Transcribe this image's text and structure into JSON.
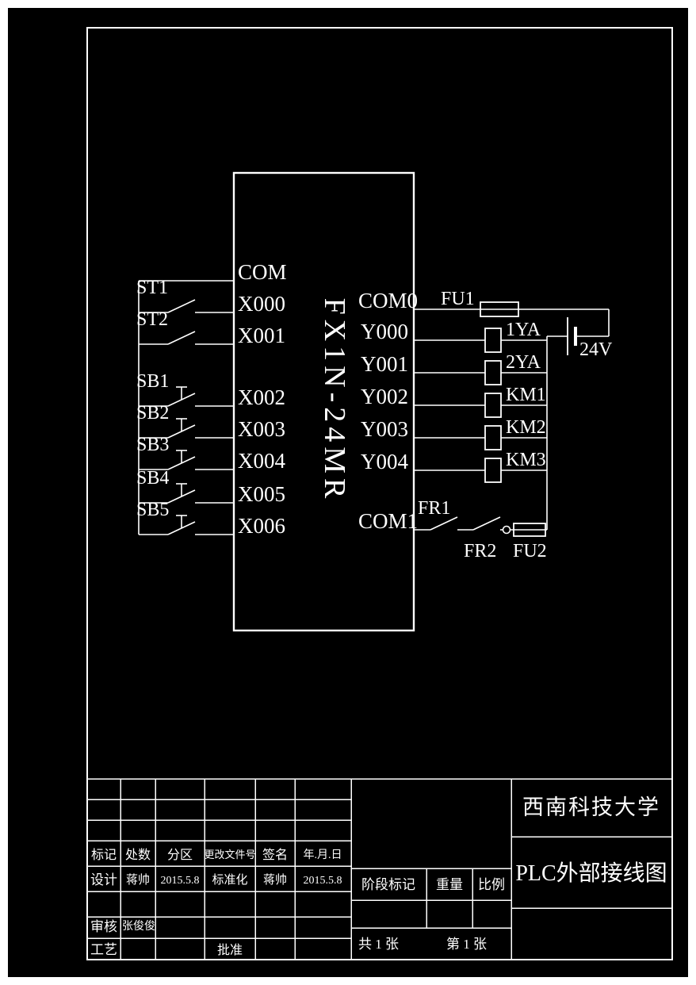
{
  "drawing": {
    "plc_model": "FX1N-24MR",
    "left_pins": [
      "COM",
      "X000",
      "X001",
      "X002",
      "X003",
      "X004",
      "X005",
      "X006"
    ],
    "switch_labels": [
      "ST1",
      "ST2",
      "SB1",
      "SB2",
      "SB3",
      "SB4",
      "SB5"
    ],
    "right_pins": [
      "COM0",
      "Y000",
      "Y001",
      "Y002",
      "Y003",
      "Y004",
      "COM1"
    ],
    "coil_labels": [
      "1YA",
      "2YA",
      "KM1",
      "KM2",
      "KM3"
    ],
    "fuse_labels": [
      "FU1",
      "FU2"
    ],
    "thermal_relay_labels": [
      "FR1",
      "FR2"
    ],
    "power_label": "24V"
  },
  "title_block": {
    "organization": "西南科技大学",
    "drawing_title": "PLC外部接线图",
    "headers": {
      "mark": "标记",
      "count": "处数",
      "zone": "分区",
      "change_file_no": "更改文件号",
      "signature": "签名",
      "date": "年.月.日"
    },
    "design_row": {
      "label": "设计",
      "name": "蒋帅",
      "date": "2015.5.8",
      "std_label": "标准化",
      "std_name": "蒋帅",
      "std_date": "2015.5.8"
    },
    "audit_row": {
      "label": "审核",
      "name": "张俊俊"
    },
    "process_row": {
      "label": "工艺",
      "approve_label": "批准"
    },
    "stage": {
      "stage_mark": "阶段标记",
      "weight": "重量",
      "scale": "比例"
    },
    "sheets": {
      "total": "共 1 张",
      "number": "第 1 张"
    }
  },
  "colors": {
    "background": "#000000",
    "line": "#ffffff",
    "text": "#ffffff"
  }
}
